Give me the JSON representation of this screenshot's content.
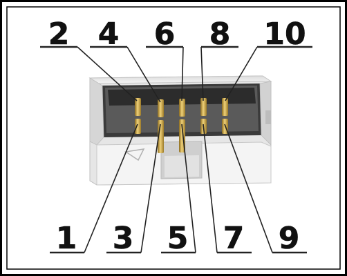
{
  "diagram": {
    "component": "2x5 IDC box header connector",
    "colors": {
      "frame": "#000000",
      "housing_light": "#f2f2f2",
      "housing_mid": "#cfcfcf",
      "housing_dark": "#3a3a3a",
      "pin_gold": "#c8a24a",
      "pin_shadow": "#8a6a1e",
      "leader": "#222222"
    },
    "top_row_labels": [
      "2",
      "4",
      "6",
      "8",
      "10"
    ],
    "bottom_row_labels": [
      "1",
      "3",
      "5",
      "7",
      "9"
    ]
  }
}
